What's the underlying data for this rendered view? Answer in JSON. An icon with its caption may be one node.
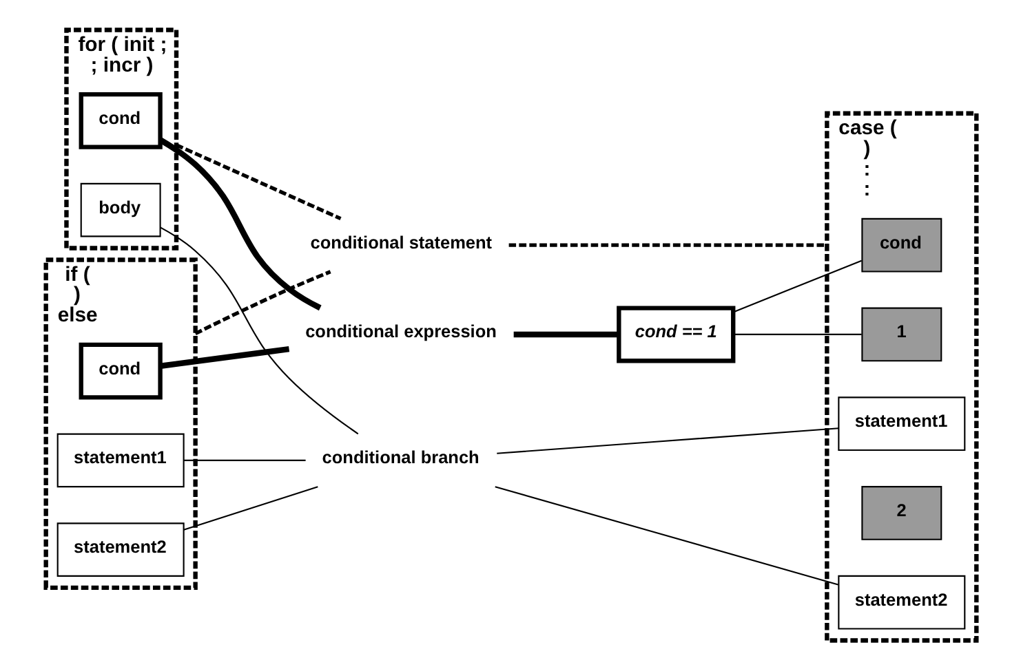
{
  "diagram": {
    "nodes": [
      {
        "text": [
          "if (",
          ")",
          "else"
        ]
      },
      {
        "text": [
          "cond"
        ],
        "in": 0
      },
      {
        "text": [
          "statement1"
        ],
        "in": 0
      },
      {
        "text": [
          "statement2"
        ],
        "in": 0
      },
      {
        "text": [
          "conditional statement"
        ]
      },
      {
        "text": [
          "conditional expression"
        ]
      },
      {
        "text": [
          "conditional branch"
        ]
      },
      {
        "text": [
          "cond == 1"
        ]
      },
      {
        "text": [
          "case (",
          ")",
          ":",
          ":"
        ]
      },
      {
        "text": [
          "cond"
        ],
        "in": 8
      },
      {
        "text": [
          "1"
        ],
        "in": 8
      },
      {
        "text": [
          "statement1"
        ],
        "in": 8
      },
      {
        "text": [
          "2"
        ],
        "in": 8
      },
      {
        "text": [
          "statement2"
        ],
        "in": 8
      },
      {
        "text": [
          "for ( init ;",
          "; incr )"
        ]
      },
      {
        "text": [
          "cond"
        ],
        "in": 14
      },
      {
        "text": [
          "body"
        ],
        "in": 14
      }
    ],
    "edges": [
      {
        "from": 1,
        "to": 5,
        "arrow": "none",
        "style": "thick"
      },
      {
        "from": 7,
        "to": 5,
        "arrow": "none",
        "style": "thick"
      },
      {
        "from": 15,
        "to": 5,
        "arrow": "none",
        "style": "thick"
      },
      {
        "from": 0,
        "to": 4,
        "arrow": "none",
        "style": "dashed"
      },
      {
        "from": 8,
        "to": 4,
        "arrow": "none",
        "style": "dashed"
      },
      {
        "from": 14,
        "to": 4,
        "arrow": "none",
        "style": "dashed"
      },
      {
        "from": 2,
        "to": 6,
        "arrow": "none"
      },
      {
        "from": 3,
        "to": 6,
        "arrow": "none"
      },
      {
        "from": 11,
        "to": 6,
        "arrow": "none"
      },
      {
        "from": 13,
        "to": 6,
        "arrow": "none"
      },
      {
        "from": 16,
        "to": 6,
        "arrow": "none"
      },
      {
        "from": 7,
        "to": 9,
        "arrow": "none"
      },
      {
        "from": 7,
        "to": 10,
        "arrow": "none"
      }
    ]
  }
}
